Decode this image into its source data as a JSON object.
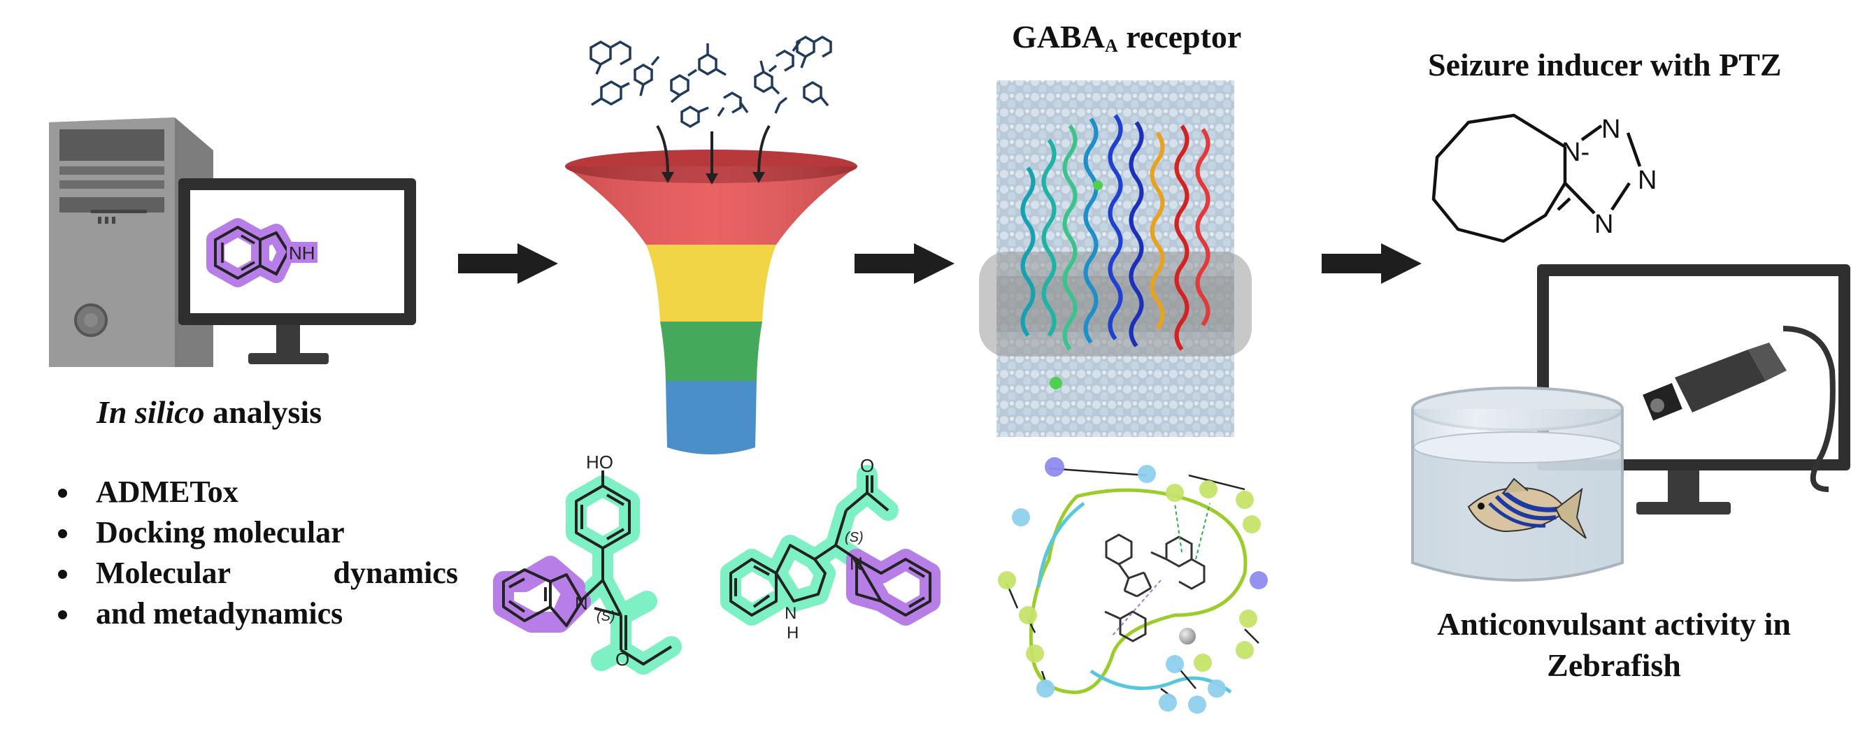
{
  "labels": {
    "in_silico_italic": "In silico",
    "in_silico_rest": " analysis",
    "gaba_main": "GABA",
    "gaba_sub": "A",
    "gaba_rest": " receptor",
    "seizure": "Seizure inducer with PTZ",
    "anticonvulsant_line1": "Anticonvulsant activity in",
    "anticonvulsant_line2": "Zebrafish"
  },
  "bullets": [
    "ADMETox",
    "Docking molecular",
    "Molecular dynamics",
    "and metadynamics"
  ],
  "chem": {
    "nh": "NH",
    "ho": "HO",
    "h": "H",
    "n": "N",
    "o": "O",
    "s": "(S)",
    "tz_n": "N",
    "tz_n_bridge": "N-"
  },
  "colors": {
    "isoindoline_highlight": "#b77ee8",
    "amino_acid_highlight": "#7df0c4",
    "funnel_red": "#e8585a",
    "funnel_yellow": "#f2d547",
    "funnel_green": "#45a95c",
    "funnel_blue": "#4a8fc7",
    "arrow": "#1e1e1e",
    "computer_body": "#8f8f8f",
    "screen_dark": "#333333"
  },
  "icons": [
    "computer-tower-icon",
    "monitor-icon",
    "funnel-icon",
    "molecule-icon",
    "protein-structure-icon",
    "interaction-diagram-icon",
    "camera-icon",
    "tank-icon",
    "zebrafish-icon",
    "arrow-right-icon"
  ]
}
